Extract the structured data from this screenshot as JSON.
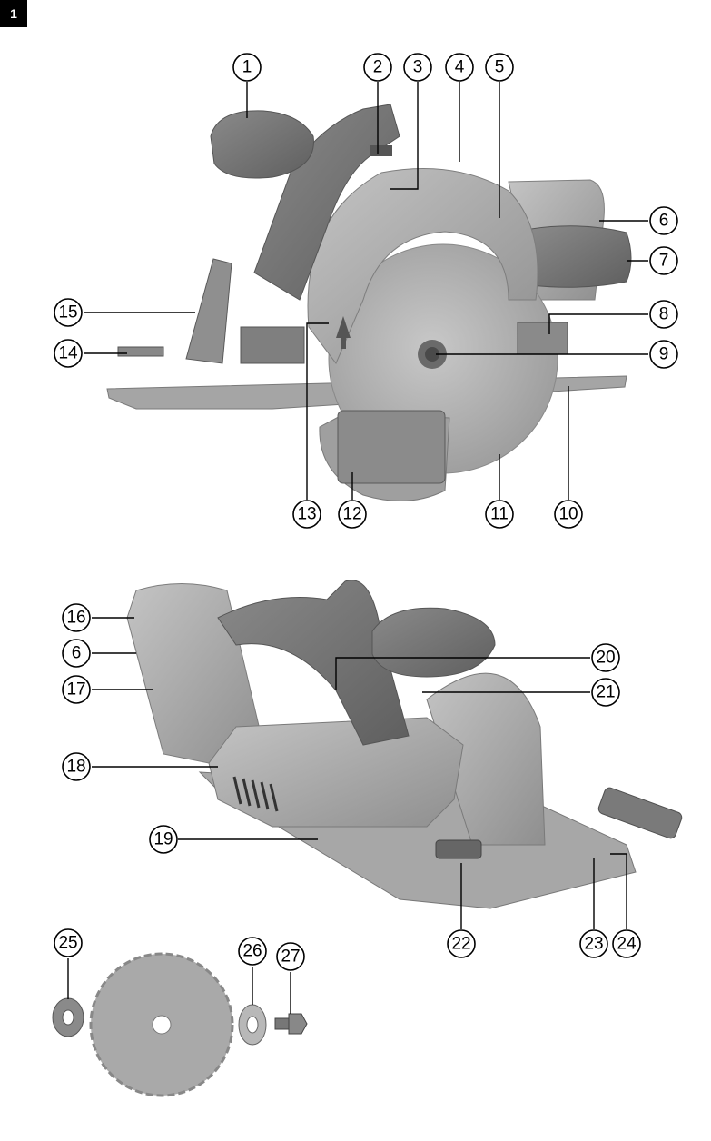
{
  "figure_number": "1",
  "callouts": [
    {
      "id": "c1",
      "label": "1"
    },
    {
      "id": "c2",
      "label": "2"
    },
    {
      "id": "c3",
      "label": "3"
    },
    {
      "id": "c4",
      "label": "4"
    },
    {
      "id": "c5",
      "label": "5"
    },
    {
      "id": "c6a",
      "label": "6"
    },
    {
      "id": "c7",
      "label": "7"
    },
    {
      "id": "c8",
      "label": "8"
    },
    {
      "id": "c9",
      "label": "9"
    },
    {
      "id": "c10",
      "label": "10"
    },
    {
      "id": "c11",
      "label": "11"
    },
    {
      "id": "c12",
      "label": "12"
    },
    {
      "id": "c13",
      "label": "13"
    },
    {
      "id": "c14",
      "label": "14"
    },
    {
      "id": "c15",
      "label": "15"
    },
    {
      "id": "c16",
      "label": "16"
    },
    {
      "id": "c6b",
      "label": "6"
    },
    {
      "id": "c17",
      "label": "17"
    },
    {
      "id": "c18",
      "label": "18"
    },
    {
      "id": "c19",
      "label": "19"
    },
    {
      "id": "c20",
      "label": "20"
    },
    {
      "id": "c21",
      "label": "21"
    },
    {
      "id": "c22",
      "label": "22"
    },
    {
      "id": "c23",
      "label": "23"
    },
    {
      "id": "c24",
      "label": "24"
    },
    {
      "id": "c25",
      "label": "25"
    },
    {
      "id": "c26",
      "label": "26"
    },
    {
      "id": "c27",
      "label": "27"
    }
  ],
  "colors": {
    "body_light": "#b5b5b5",
    "body_mid": "#9a9a9a",
    "body_dark": "#6f6f6f",
    "base_plate": "#a8a8a8"
  }
}
